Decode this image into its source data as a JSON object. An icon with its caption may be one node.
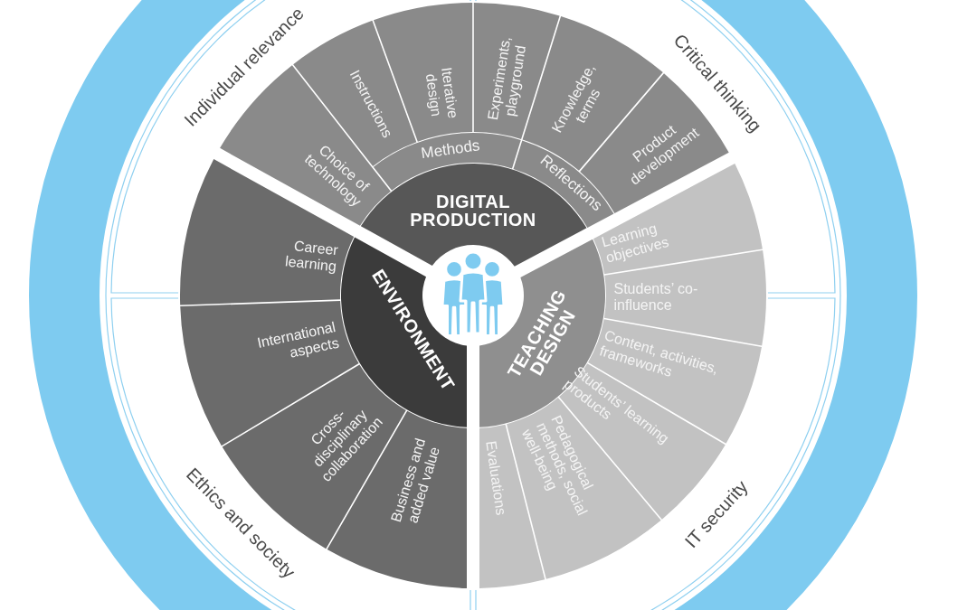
{
  "diagram": {
    "nodes": [
      {
        "text": [
          "Individual relevance"
        ]
      },
      {
        "text": [
          "Critical thinking"
        ]
      },
      {
        "text": [
          "Ethics and society"
        ]
      },
      {
        "text": [
          "IT security"
        ]
      },
      {
        "text": [
          "DIGITAL PRODUCTION"
        ]
      },
      {
        "text": [
          "Methods"
        ]
      },
      {
        "text": [
          "Reflections"
        ]
      },
      {
        "text": [
          "Choice of technology"
        ]
      },
      {
        "text": [
          "Instructions"
        ]
      },
      {
        "text": [
          "Iterative design"
        ]
      },
      {
        "text": [
          "Experiments, playground"
        ]
      },
      {
        "text": [
          "Knowledge, terms"
        ]
      },
      {
        "text": [
          "Product development"
        ]
      },
      {
        "text": [
          "ENVIRONMENT"
        ]
      },
      {
        "text": [
          "Career learning"
        ]
      },
      {
        "text": [
          "International aspects"
        ]
      },
      {
        "text": [
          "Cross-disciplinary collaboration"
        ]
      },
      {
        "text": [
          "Business and added value"
        ]
      },
      {
        "text": [
          "TEACHING DESIGN"
        ]
      },
      {
        "text": [
          "Learning objectives"
        ]
      },
      {
        "text": [
          "Students’ co-influence"
        ]
      },
      {
        "text": [
          "Content, activities, frameworks"
        ]
      },
      {
        "text": [
          "Students’ learning products"
        ]
      },
      {
        "text": [
          "Pedagogical methods, social well-being"
        ]
      },
      {
        "text": [
          "Evaluations"
        ]
      }
    ]
  }
}
